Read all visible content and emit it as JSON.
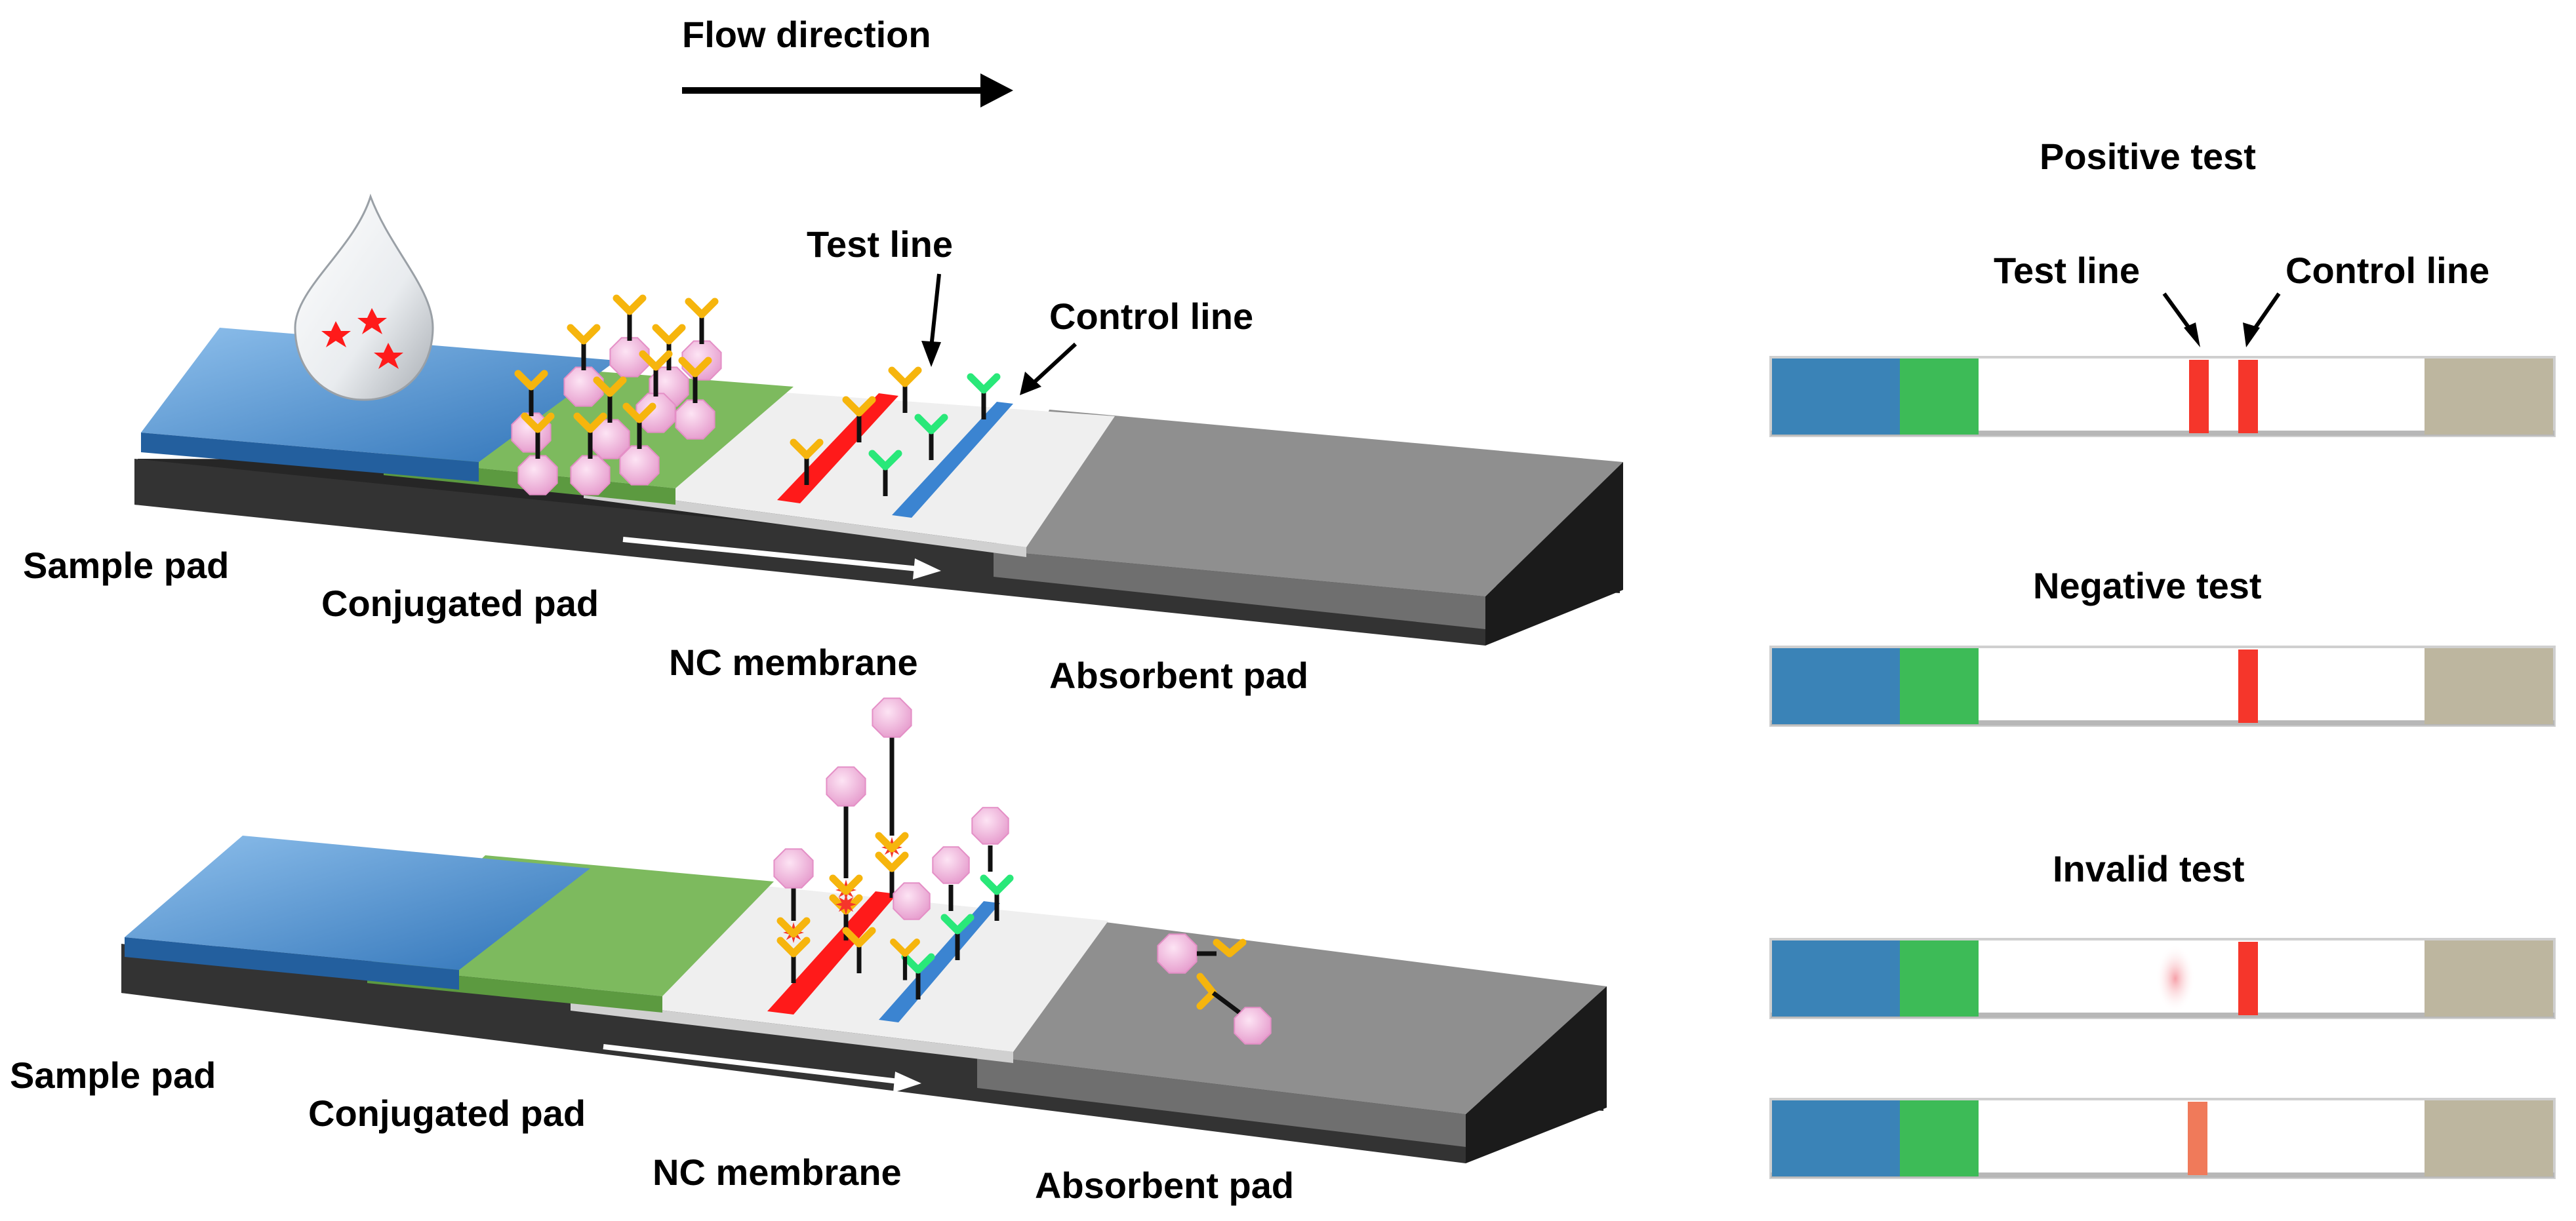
{
  "flow": {
    "label": "Flow direction"
  },
  "strip_top": {
    "labels": {
      "sample_pad": "Sample pad",
      "conjugated_pad": "Conjugated pad",
      "nc_membrane": "NC membrane",
      "absorbent_pad": "Absorbent pad",
      "test_line": "Test line",
      "control_line": "Control line"
    }
  },
  "strip_bottom": {
    "labels": {
      "sample_pad": "Sample pad",
      "conjugated_pad": "Conjugated pad",
      "nc_membrane": "NC membrane",
      "absorbent_pad": "Absorbent pad"
    }
  },
  "results": {
    "positive": {
      "title": "Positive test",
      "test_line_label": "Test line",
      "control_line_label": "Control line"
    },
    "negative": {
      "title": "Negative test"
    },
    "invalid": {
      "title": "Invalid test"
    }
  },
  "colors": {
    "sample_pad": "#3f82c3",
    "conjugate_pad": "#6aad4c",
    "membrane": "#efefef",
    "absorbent": "#8c8c8c",
    "backing": "#2a2a2a",
    "test_line": "#ff1a1a",
    "control_line": "#3b84d1",
    "antibody_yellow": "#f6b50d",
    "antibody_green": "#29e879",
    "nanoparticle": "#f4b6df",
    "icon_blue": "#3a83b7",
    "icon_green": "#3dbb57",
    "icon_red": "#f5362b",
    "icon_tan": "#bdb69f"
  }
}
